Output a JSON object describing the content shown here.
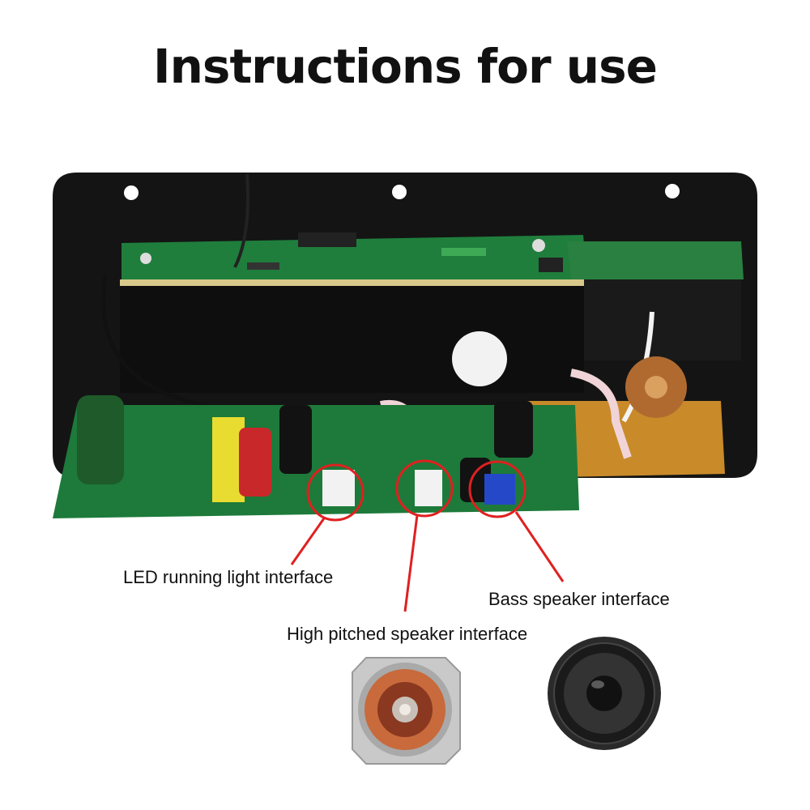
{
  "title": "Instructions for use",
  "labels": {
    "led": "LED running light interface",
    "bass": "Bass speaker interface",
    "high": "High pitched speaker interface"
  },
  "colors": {
    "callout": "#e02020",
    "panel": "#141414",
    "pcb": "#1d7a3a",
    "heatsink": "#101010",
    "brown_board": "#c98a2a"
  },
  "icons": {
    "tweeter": "tweeter-icon",
    "woofer": "woofer-icon"
  }
}
